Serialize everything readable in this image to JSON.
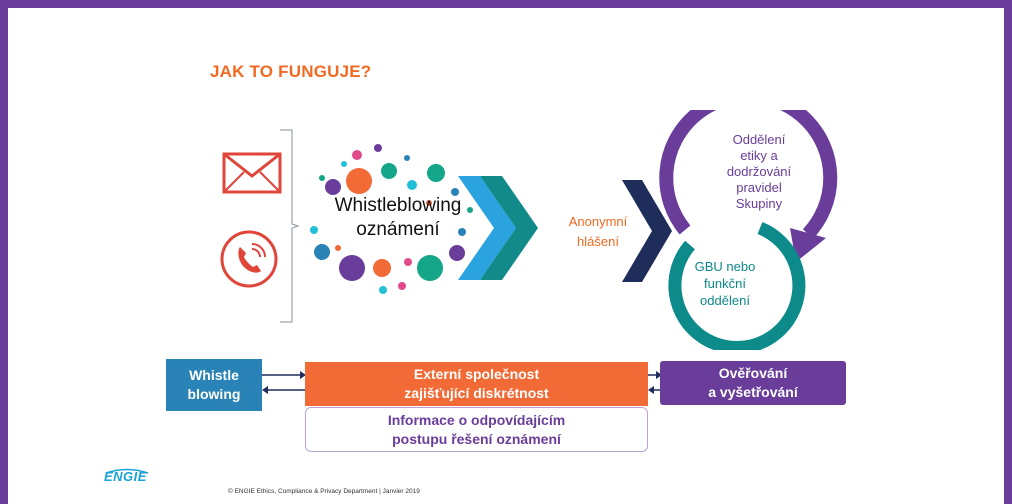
{
  "header": {
    "title": "JAK TO FUNGUJE?"
  },
  "diagram": {
    "center_label_line1": "Whistleblowing",
    "center_label_line2": "oznámení",
    "anon_line1": "Anonymní",
    "anon_line2": "hlášení",
    "ethics_lines": [
      "Oddělení",
      "etiky a",
      "dodržování",
      "pravidel",
      "Skupiny"
    ],
    "gbu_lines": [
      "GBU nebo",
      "funkční",
      "oddělení"
    ]
  },
  "boxes": {
    "whistle_line1": "Whistle",
    "whistle_line2": "blowing",
    "external_line1": "Externí společnost",
    "external_line2": "zajišťující diskrétnost",
    "verify_line1": "Ověřování",
    "verify_line2": "a vyšetřování",
    "info_line1": "Informace o odpovídajícím",
    "info_line2": "postupu řešení oznámení"
  },
  "footer": {
    "logo": "ENGIE",
    "copyright": "© ENGIE Ethics, Compliance & Privacy Department | Janvier 2019"
  },
  "colors": {
    "purple": "#6a3d9a",
    "orange": "#f26a21",
    "teal": "#0d8a8a",
    "blue": "#2a83b6",
    "red": "#e0453a"
  }
}
